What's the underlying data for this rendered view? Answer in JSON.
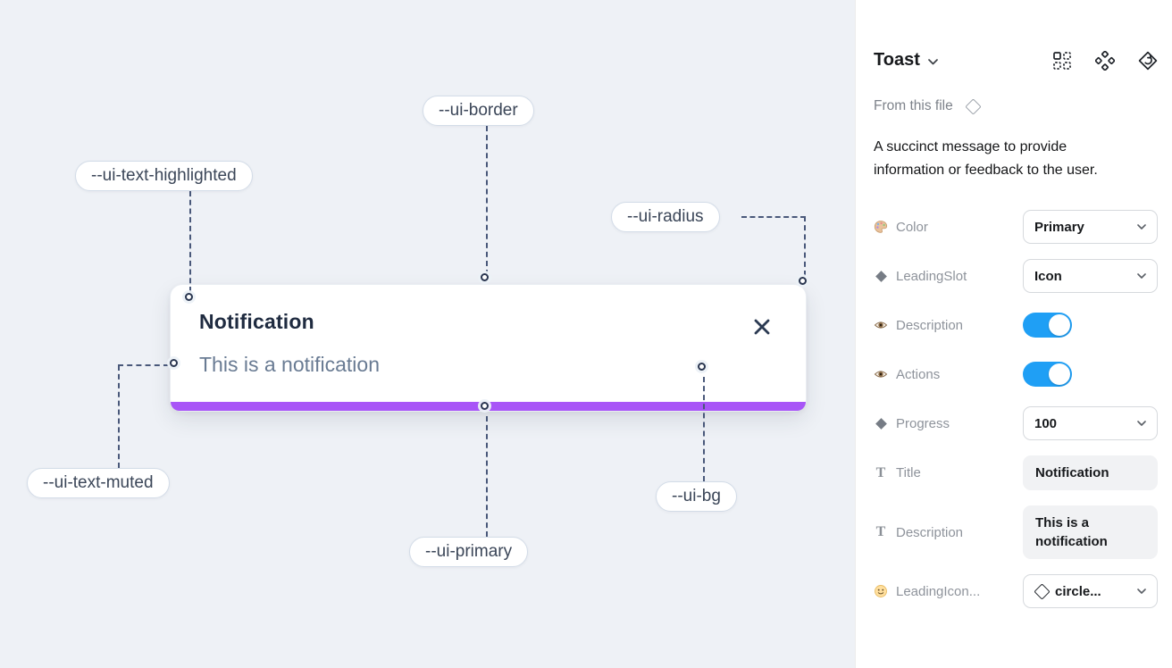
{
  "canvas": {
    "toast": {
      "title": "Notification",
      "description": "This is a notification"
    },
    "callouts": {
      "border": "--ui-border",
      "text_highlighted": "--ui-text-highlighted",
      "radius": "--ui-radius",
      "text_muted": "--ui-text-muted",
      "primary": "--ui-primary",
      "bg": "--ui-bg"
    },
    "colors": {
      "primary_bar": "#a855f7",
      "canvas_bg": "#eef1f6",
      "connector_line": "#49587a"
    }
  },
  "panel": {
    "title": "Toast",
    "header_icons": [
      "component-grid-icon",
      "component-icon",
      "revert-icon"
    ],
    "source_label": "From this file",
    "description": "A succinct message to provide information or feedback to the user.",
    "toggle_color": "#1f9ff5",
    "properties": [
      {
        "icon": "palette-icon",
        "label": "Color",
        "type": "dropdown",
        "value": "Primary"
      },
      {
        "icon": "diamond-icon",
        "label": "LeadingSlot",
        "type": "dropdown",
        "value": "Icon"
      },
      {
        "icon": "eye-icon",
        "label": "Description",
        "type": "toggle",
        "value": "on"
      },
      {
        "icon": "eye-icon",
        "label": "Actions",
        "type": "toggle",
        "value": "on"
      },
      {
        "icon": "diamond-icon",
        "label": "Progress",
        "type": "dropdown",
        "value": "100"
      },
      {
        "icon": "text-icon",
        "label": "Title",
        "type": "textfield",
        "value": "Notification"
      },
      {
        "icon": "text-icon",
        "label": "Description",
        "type": "textfield",
        "value": "This is a notification"
      },
      {
        "icon": "smiley-icon",
        "label": "LeadingIcon...",
        "type": "icon-dropdown",
        "value": "circle..."
      }
    ]
  }
}
